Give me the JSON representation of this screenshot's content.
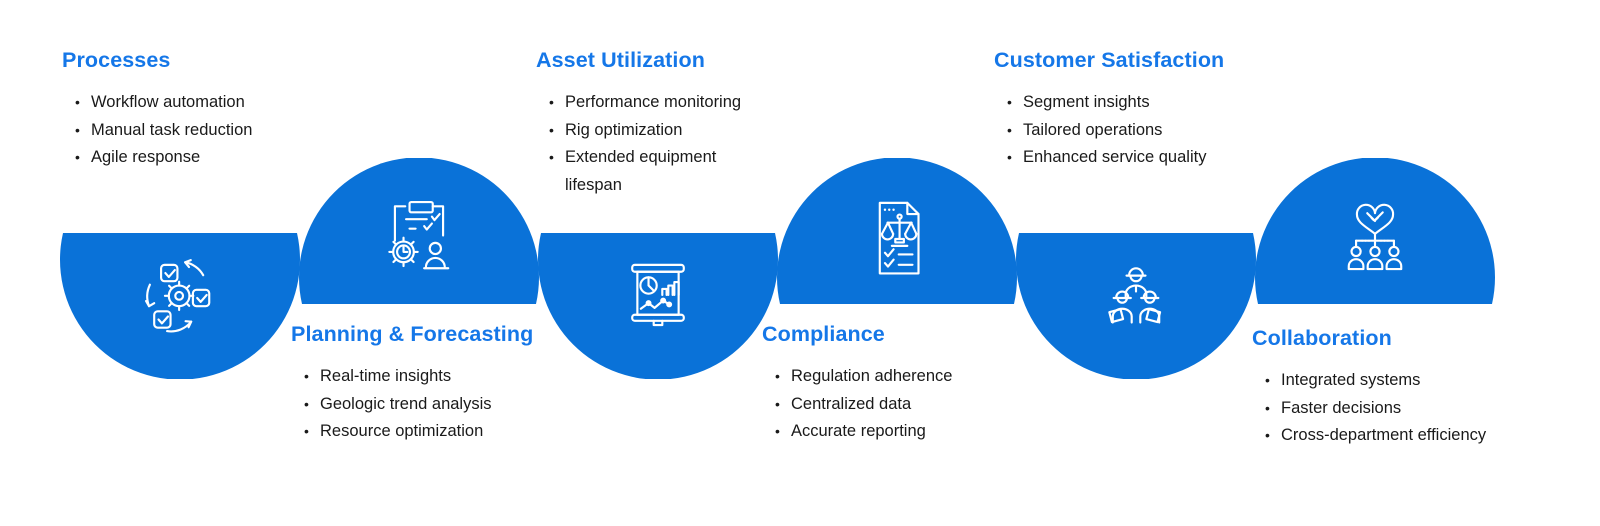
{
  "colors": {
    "accent_blue": "#0a72d8",
    "title_blue": "#1577e8",
    "body_text": "#1a1a1a",
    "icon_stroke": "#ffffff",
    "background": "#ffffff"
  },
  "sections": [
    {
      "title": "Processes",
      "bullets": [
        "Workflow automation",
        "Manual task reduction",
        "Agile response"
      ],
      "icon": "process-cycle-icon",
      "dome_orientation": "down"
    },
    {
      "title": "Planning & Forecasting",
      "bullets": [
        "Real-time insights",
        "Geologic trend analysis",
        "Resource optimization"
      ],
      "icon": "planning-gear-clock-icon",
      "dome_orientation": "up"
    },
    {
      "title": "Asset Utilization",
      "bullets": [
        "Performance monitoring",
        "Rig optimization",
        "Extended equipment lifespan"
      ],
      "icon": "presentation-charts-icon",
      "dome_orientation": "down"
    },
    {
      "title": "Compliance",
      "bullets": [
        "Regulation adherence",
        "Centralized data",
        "Accurate reporting"
      ],
      "icon": "compliance-scales-document-icon",
      "dome_orientation": "up"
    },
    {
      "title": "Customer Satisfaction",
      "bullets": [
        "Segment insights",
        "Tailored operations",
        "Enhanced service quality"
      ],
      "icon": "field-workers-icon",
      "dome_orientation": "down"
    },
    {
      "title": "Collaboration",
      "bullets": [
        "Integrated systems",
        "Faster decisions",
        "Cross-department efficiency"
      ],
      "icon": "handshake-team-icon",
      "dome_orientation": "up"
    }
  ]
}
